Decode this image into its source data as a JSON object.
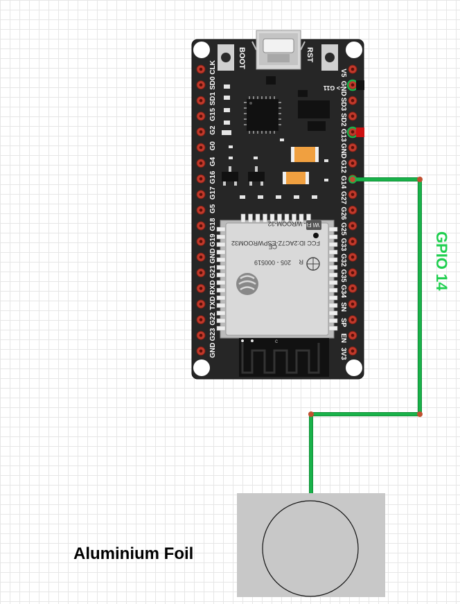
{
  "board": {
    "buttons": {
      "boot": "BOOT",
      "rst": "RST"
    },
    "left_pins": [
      "CLK",
      "SD0",
      "SD1",
      "G15",
      "G2",
      "G0",
      "G4",
      "G16",
      "G17",
      "G5",
      "G18",
      "G19",
      "GND",
      "G21",
      "RXD",
      "TXD",
      "G22",
      "G23",
      "GND"
    ],
    "right_pins": [
      "V5",
      "GND",
      "SD3",
      "SD2",
      "G13",
      "GND",
      "G12",
      "G14",
      "G27",
      "G26",
      "G25",
      "G33",
      "G32",
      "G35",
      "G34",
      "SN",
      "SP",
      "EN",
      "3V3"
    ],
    "module": {
      "fcc": "FCC ID:2AC7Z-ESPWROOM32",
      "cert": "205 - 000519",
      "name": "ESP - WROOM-32",
      "wifi_badge": "Wi Fi",
      "ce_mark": "CE",
      "r_mark": "R"
    },
    "antenna_mark": "c",
    "g11_marker": "-> G11"
  },
  "wire_label": "GPIO 14",
  "foil_label": "Aluminium Foil",
  "colors": {
    "wire": "#19b24a",
    "wire_label": "#1fcf4f",
    "board": "#262626",
    "pin_header": "#c0392b",
    "module": "#d9d9d9",
    "foil_pad": "#c8c8c8"
  }
}
